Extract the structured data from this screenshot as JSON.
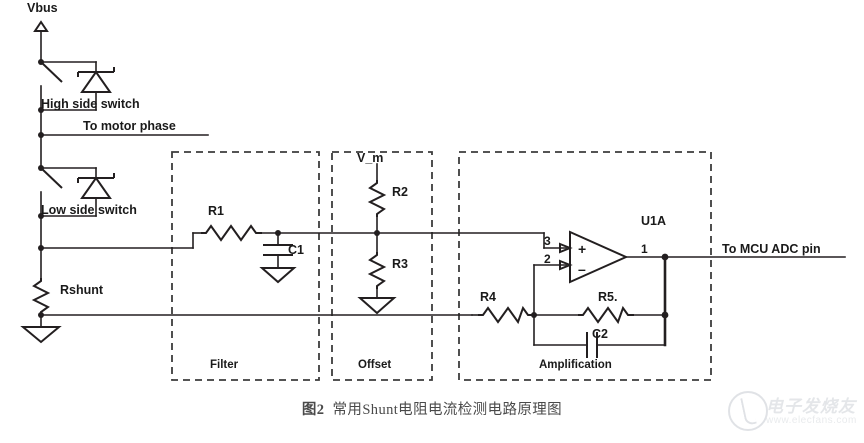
{
  "figure": {
    "caption_prefix": "图2",
    "caption_text": "常用Shunt电阻电流检测电路原理图",
    "caption_full": "图2  常用Shunt电阻电流检测电路原理图"
  },
  "nets": {
    "vbus_label": "Vbus",
    "motor_phase_label": "To motor phase",
    "adc_label": "To MCU ADC pin",
    "vm_label": "V_m"
  },
  "power_stage": {
    "high_side_label": "High side switch",
    "low_side_label": "Low side switch",
    "shunt_label": "Rshunt"
  },
  "blocks": [
    {
      "id": "filter",
      "label": "Filter"
    },
    {
      "id": "offset",
      "label": "Offset"
    },
    {
      "id": "amplification",
      "label": "Amplification"
    }
  ],
  "components": {
    "r1": "R1",
    "c1": "C1",
    "r2": "R2",
    "r3": "R3",
    "r4": "R4",
    "r5": "R5.",
    "c2": "C2",
    "opamp": "U1A"
  },
  "opamp_pins": {
    "noninverting_number": "3",
    "inverting_number": "2",
    "output_number": "1",
    "plus_sign": "+",
    "minus_sign": "–"
  },
  "watermark": {
    "brand_cn": "电子发烧友",
    "url": "www.elecfans.com"
  },
  "colors": {
    "ink": "#231f20",
    "dashed_box": "#3c3c3c",
    "caption": "#4a4a4a",
    "background": "#ffffff"
  }
}
